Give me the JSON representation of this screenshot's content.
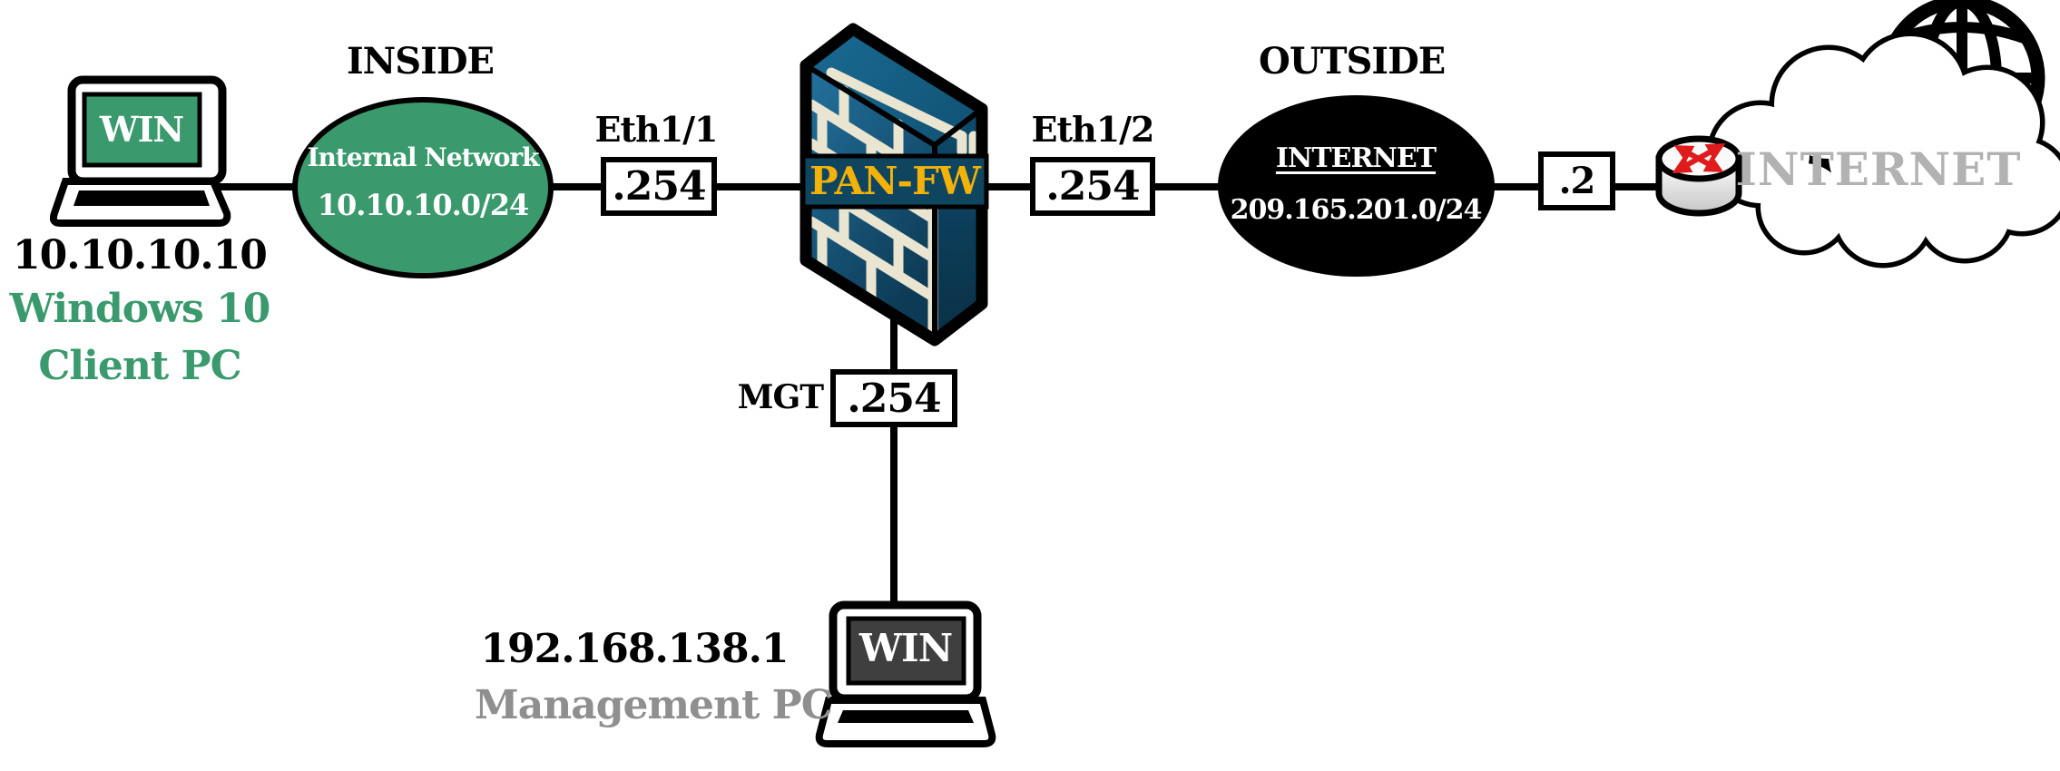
{
  "colors": {
    "accent_green": "#3A9A6D",
    "firewall_front_light": "#2373A0",
    "firewall_front_dark": "#0D3A54",
    "firewall_side_dark": "#0A3046",
    "firewall_banner": "#0F455F",
    "firewall_text_gold": "#F2B20A",
    "brick_cream": "#E9E5D1",
    "outside_ellipse": "#000000",
    "caption_gray": "#8F8F8F",
    "cloud_text_gray": "#B2B2B2",
    "mgmt_screen_dark": "#3F3F3F",
    "router_arrow_red": "#E01B1D",
    "line_black": "#000000"
  },
  "zones": {
    "inside": "INSIDE",
    "outside": "OUTSIDE"
  },
  "client_pc": {
    "screen_label": "WIN",
    "ip": "10.10.10.10",
    "caption_line1": "Windows 10",
    "caption_line2": "Client PC"
  },
  "inside_network": {
    "name": "Internal Network",
    "subnet": "10.10.10.0/24"
  },
  "firewall": {
    "name": "PAN-FW"
  },
  "interfaces": {
    "eth1_1": {
      "name": "Eth1/1",
      "addr": ".254"
    },
    "eth1_2": {
      "name": "Eth1/2",
      "addr": ".254"
    },
    "mgt": {
      "name": "MGT",
      "addr": ".254"
    }
  },
  "outside_network": {
    "name": "INTERNET",
    "subnet": "209.165.201.0/24"
  },
  "isp": {
    "addr": ".2"
  },
  "internet_cloud": {
    "label": "INTERNET"
  },
  "management_pc": {
    "screen_label": "WIN",
    "ip": "192.168.138.1",
    "caption": "Management PC"
  }
}
